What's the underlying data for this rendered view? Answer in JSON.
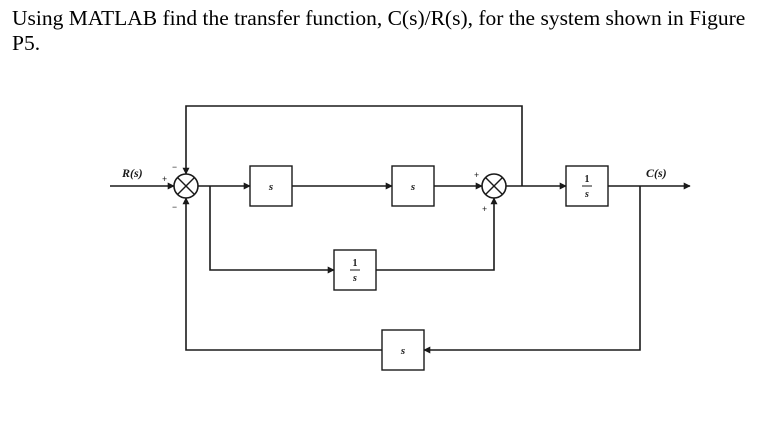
{
  "question": {
    "text": "Using MATLAB find the transfer function, C(s)/R(s), for the system shown in Figure P5."
  },
  "diagram": {
    "input_label": "R(s)",
    "output_label": "C(s)",
    "blocks": {
      "block1": "s",
      "block2": "s",
      "block3_num": "1",
      "block3_den": "s",
      "block4_num": "1",
      "block4_den": "s",
      "block5": "s"
    },
    "signs": {
      "sj1_left": "+",
      "sj1_top": "−",
      "sj1_bottom": "−",
      "sj2_top": "+",
      "sj2_bottom": "+"
    }
  }
}
